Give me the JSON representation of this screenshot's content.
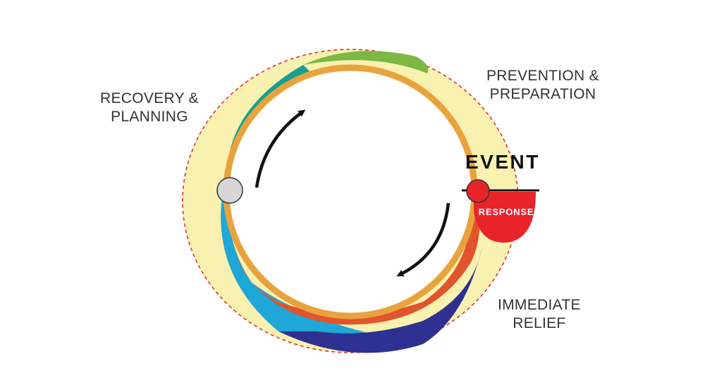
{
  "labels": {
    "recovery_line1": "RECOVERY &",
    "recovery_line2": "PLANNING",
    "prevention_line1": "PREVENTION &",
    "prevention_line2": "PREPARATION",
    "relief_line1": "IMMEDIATE",
    "relief_line2": "RELIEF",
    "event": "EVENT",
    "response": "RESPONSE"
  },
  "colors": {
    "halo_fill": "#f9f1b0",
    "dashed_outline": "#e5322b",
    "green_band": "#7cb843",
    "teal_band": "#14a094",
    "light_blue_band": "#1fa7d8",
    "dark_blue_band": "#2e3191",
    "orange_band": "#e2542c",
    "gold_ring": "#e8a33d",
    "response_red": "#e8242a",
    "marker_grey": "#d6d6d6",
    "arrow": "#111111"
  },
  "icons": {
    "cycle_arrow_top": "curved-arrow-clockwise",
    "cycle_arrow_bottom": "curved-arrow-clockwise",
    "recovery_marker": "grey-circle-marker",
    "event_marker": "red-circle-marker"
  }
}
